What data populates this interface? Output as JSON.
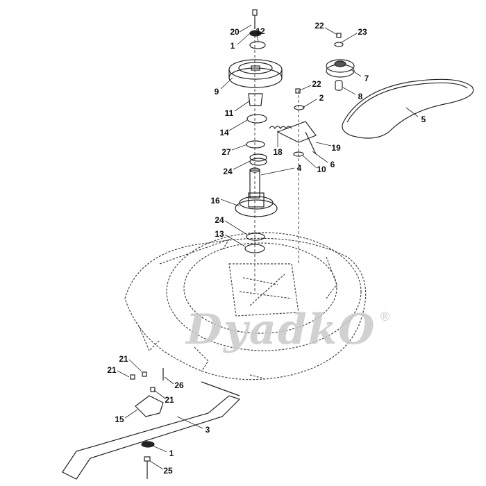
{
  "title": "Mower deck drive parts diagram",
  "watermark": {
    "text": "DyadkO",
    "mark": "®"
  },
  "callouts": [
    "20",
    "12",
    "1",
    "22",
    "23",
    "7",
    "9",
    "22",
    "2",
    "8",
    "11",
    "5",
    "14",
    "18",
    "19",
    "27",
    "6",
    "24",
    "4",
    "10",
    "16",
    "24",
    "13",
    "21",
    "21",
    "26",
    "21",
    "15",
    "3",
    "1",
    "25"
  ]
}
